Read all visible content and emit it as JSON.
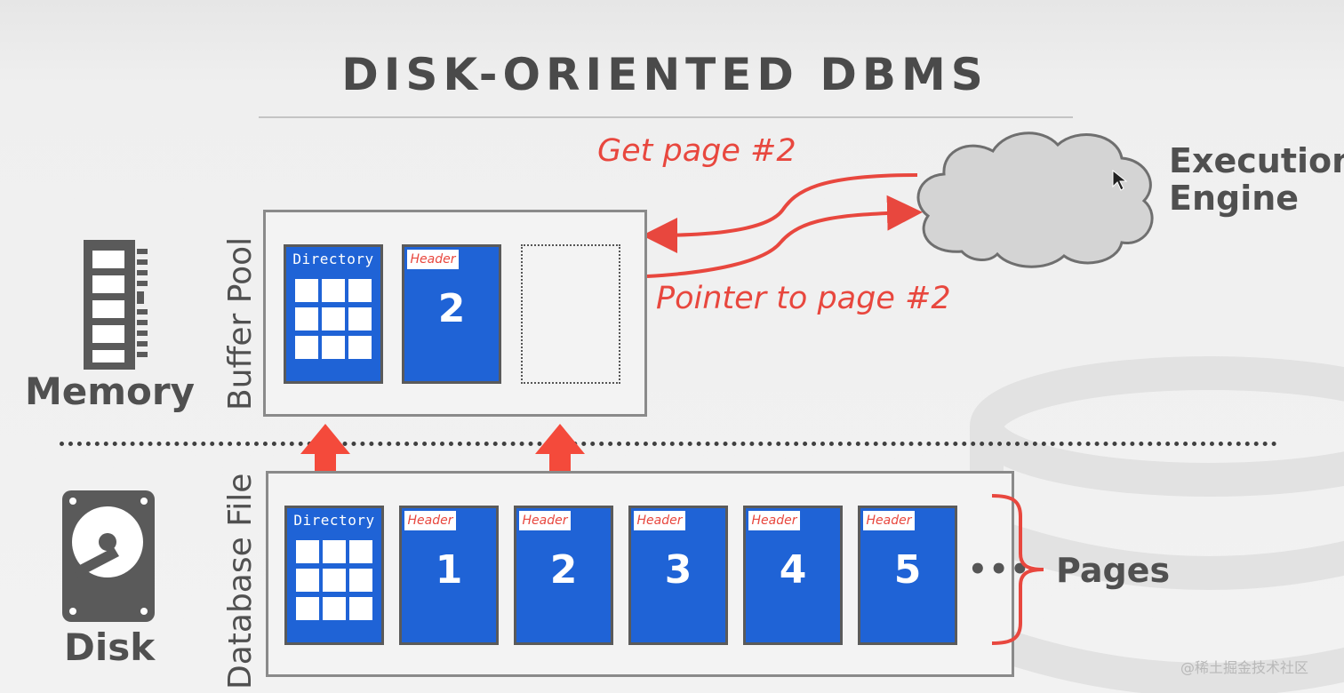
{
  "title": "DISK-ORIENTED DBMS",
  "arrows": {
    "request_label": "Get page #2",
    "response_label": "Pointer to page #2"
  },
  "execution_engine": {
    "line1": "Execution",
    "line2": "Engine"
  },
  "memory": {
    "label": "Memory",
    "buffer_pool_label": "Buffer Pool",
    "pages": [
      {
        "kind": "directory",
        "title": "Directory"
      },
      {
        "kind": "page",
        "header": "Header",
        "number": "2"
      },
      {
        "kind": "empty"
      }
    ]
  },
  "disk": {
    "label": "Disk",
    "database_file_label": "Database File",
    "directory_title": "Directory",
    "pages": [
      {
        "header": "Header",
        "number": "1"
      },
      {
        "header": "Header",
        "number": "2"
      },
      {
        "header": "Header",
        "number": "3"
      },
      {
        "header": "Header",
        "number": "4"
      },
      {
        "header": "Header",
        "number": "5"
      }
    ],
    "more": "•••",
    "pages_label": "Pages"
  },
  "watermark": "@稀土掘金技术社区",
  "colors": {
    "accent_red": "#e8473e",
    "page_blue": "#1f63d6",
    "text_dark": "#505050",
    "cloud_fill": "#d4d4d4"
  },
  "icons": [
    "memory-stick-icon",
    "hard-disk-icon",
    "cloud-icon",
    "cursor-icon",
    "database-cylinder-icon"
  ]
}
